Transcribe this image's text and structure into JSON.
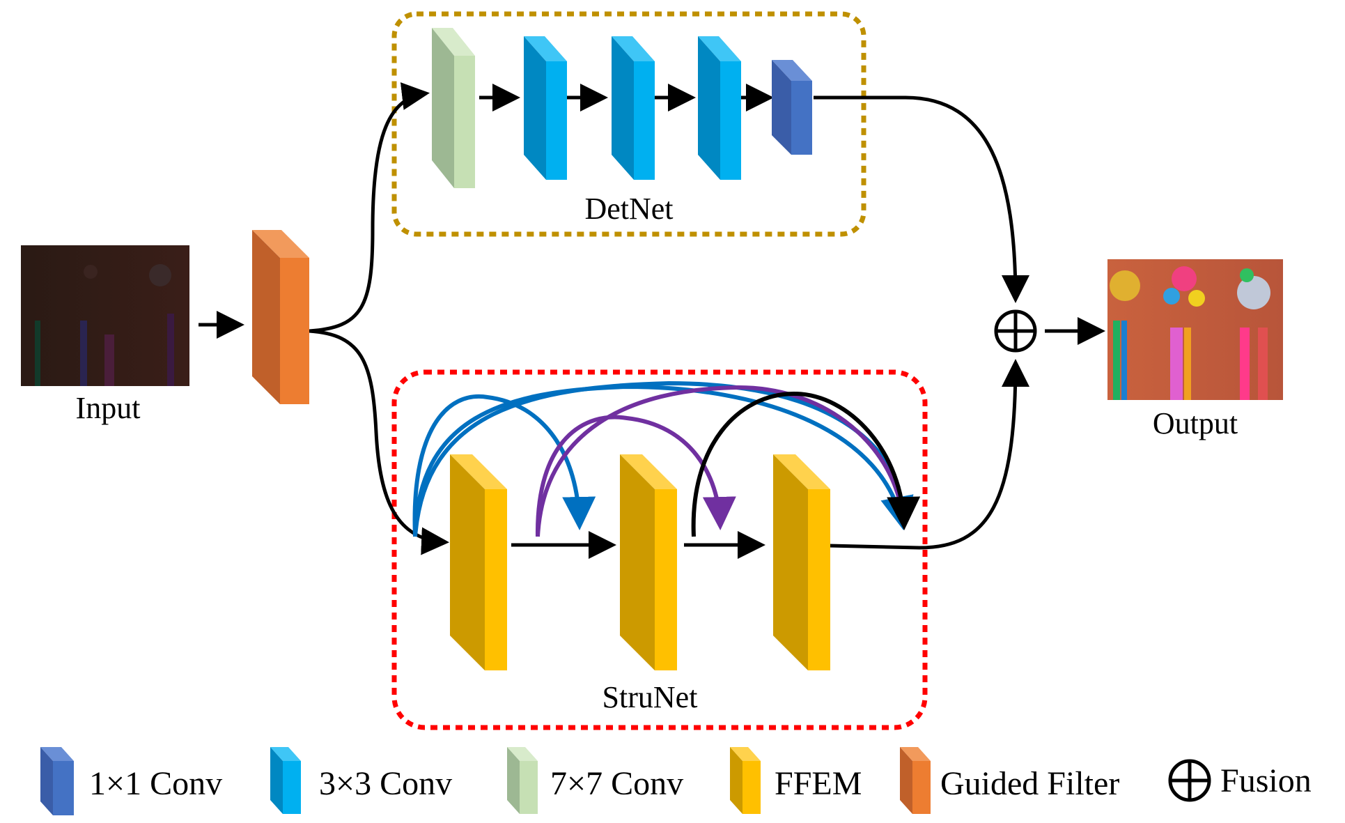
{
  "labels": {
    "input": "Input",
    "output": "Output",
    "detnet": "DetNet",
    "strunet": "StruNet"
  },
  "legend": [
    {
      "key": "conv1x1",
      "label": "1×1 Conv"
    },
    {
      "key": "conv3x3",
      "label": "3×3 Conv"
    },
    {
      "key": "conv7x7",
      "label": "7×7 Conv"
    },
    {
      "key": "ffem",
      "label": "FFEM"
    },
    {
      "key": "guided",
      "label": "Guided Filter"
    },
    {
      "key": "fusion",
      "label": "Fusion"
    }
  ],
  "colors": {
    "conv1x1": {
      "front": "#4472C4",
      "side": "#3A5DA8",
      "top": "#6A8FD6"
    },
    "conv3x3": {
      "front": "#00B0F0",
      "side": "#0088C2",
      "top": "#3FC6F6"
    },
    "conv7x7": {
      "front": "#C6E0B4",
      "side": "#9DB893",
      "top": "#D8EBCB"
    },
    "ffem": {
      "front": "#FFC000",
      "side": "#CC9A00",
      "top": "#FFD24D"
    },
    "guided": {
      "front": "#ED7D31",
      "side": "#C0602A",
      "top": "#F29A5C"
    },
    "detnet_border": "#BF9000",
    "strunet_border": "#FF0000",
    "skip_blue": "#0070C0",
    "skip_purple": "#7030A0"
  }
}
